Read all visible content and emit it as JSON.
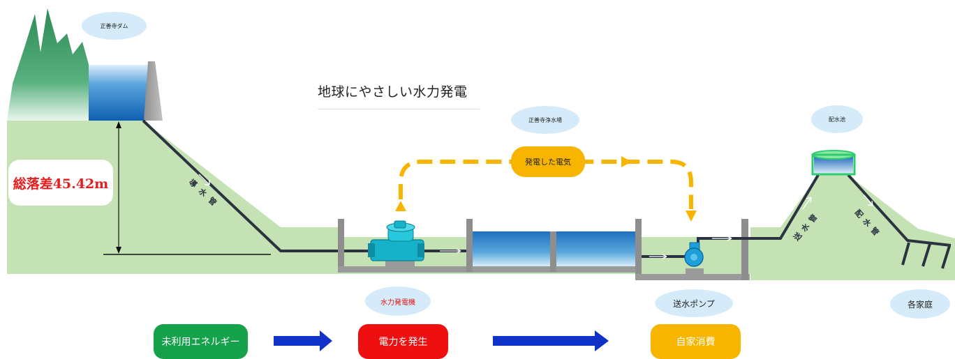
{
  "title": "地球にやさしい水力発電",
  "total_drop": "総落差45.42m",
  "labels": {
    "dam": "正善寺ダム",
    "water_plant": "正善寺浄水場",
    "reservoir": "配水池",
    "generator": "水力発電機",
    "pump": "送水ポンプ",
    "homes": "各家庭",
    "electricity": "発電した電気",
    "headrace_pipe": "導水管",
    "supply_pipe": "送水管",
    "distribution_pipe": "配水管"
  },
  "flow_steps": [
    "未利用エネルギー",
    "電力を発生",
    "自家消費"
  ],
  "colors": {
    "mountain": "#2e8b57",
    "ground": "#c5e2b4",
    "water": "#1f6fbe",
    "pipe": "#2b3340",
    "electric": "#f8b500",
    "bubble": "#d6ebf9",
    "step_green": "#16a24a",
    "step_red": "#ee1010",
    "step_yellow": "#f8b500",
    "arrow_blue": "#1032c8",
    "drop_text": "#e51d1d",
    "generator_label": "#e01010"
  }
}
